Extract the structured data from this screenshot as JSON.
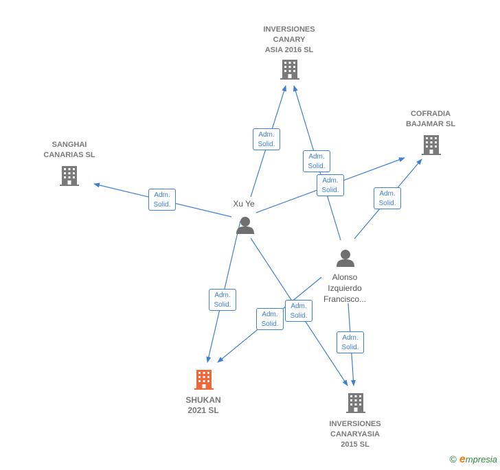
{
  "nodes": {
    "inversiones_canary": {
      "label": "INVERSIONES\nCANARY\nASIA 2016  SL"
    },
    "cofradia": {
      "label": "COFRADIA\nBAJAMAR  SL"
    },
    "sanghai": {
      "label": "SANGHAI\nCANARIAS SL"
    },
    "xu_ye": {
      "label": "Xu Ye"
    },
    "alonso": {
      "label": "Alonso\nIzquierdo\nFrancisco..."
    },
    "shukan": {
      "label": "SHUKAN\n2021  SL"
    },
    "inversiones_canaryasia": {
      "label": "INVERSIONES\nCANARYASIA\n2015  SL"
    }
  },
  "edge_label": "Adm.\nSolid.",
  "colors": {
    "edge": "#3d7fd1",
    "company": "#7a7a7a",
    "focus_company": "#f2673a",
    "person": "#6f6f6f"
  },
  "footer": {
    "copyright": "©",
    "brand_initial": "e",
    "brand_rest": "mpresia"
  }
}
